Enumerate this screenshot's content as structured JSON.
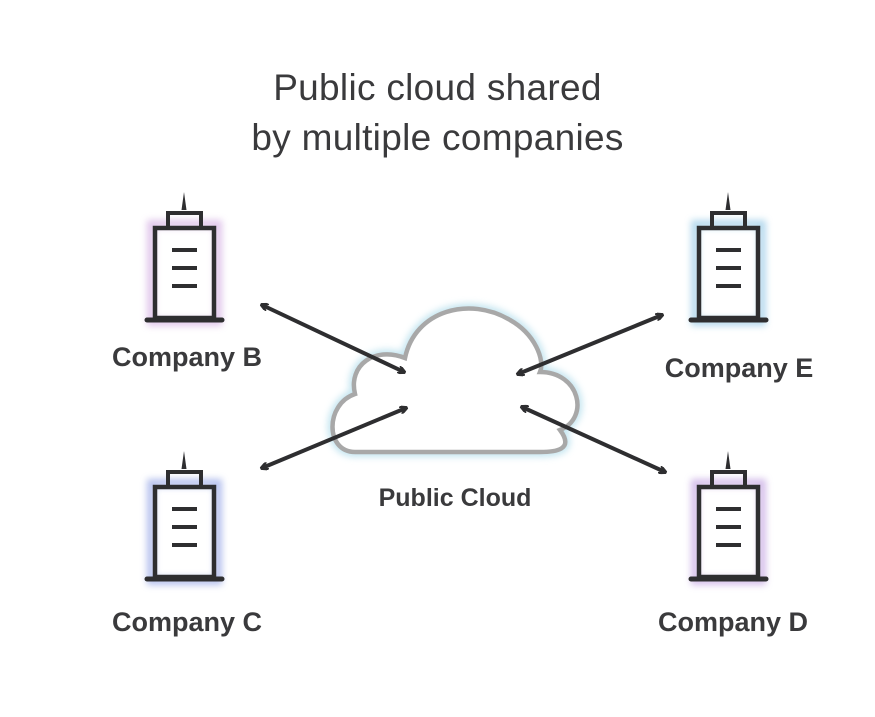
{
  "title": {
    "line1": "Public cloud shared",
    "line2": "by multiple companies"
  },
  "cloud": {
    "label": "Public Cloud",
    "icon": "cloud-icon"
  },
  "companies": [
    {
      "id": "b",
      "label": "Company B",
      "icon": "building-icon",
      "glow": "#d9b8e6"
    },
    {
      "id": "e",
      "label": "Company E",
      "icon": "building-icon",
      "glow": "#a9d3ea"
    },
    {
      "id": "c",
      "label": "Company C",
      "icon": "building-icon",
      "glow": "#a9b6ea"
    },
    {
      "id": "d",
      "label": "Company D",
      "icon": "building-icon",
      "glow": "#cdb3e6"
    }
  ],
  "colors": {
    "stroke": "#2e2e30",
    "cloud_stroke": "#a8a8a8",
    "cloud_glow": "#bfe3ef",
    "text": "#3a3a3c"
  }
}
